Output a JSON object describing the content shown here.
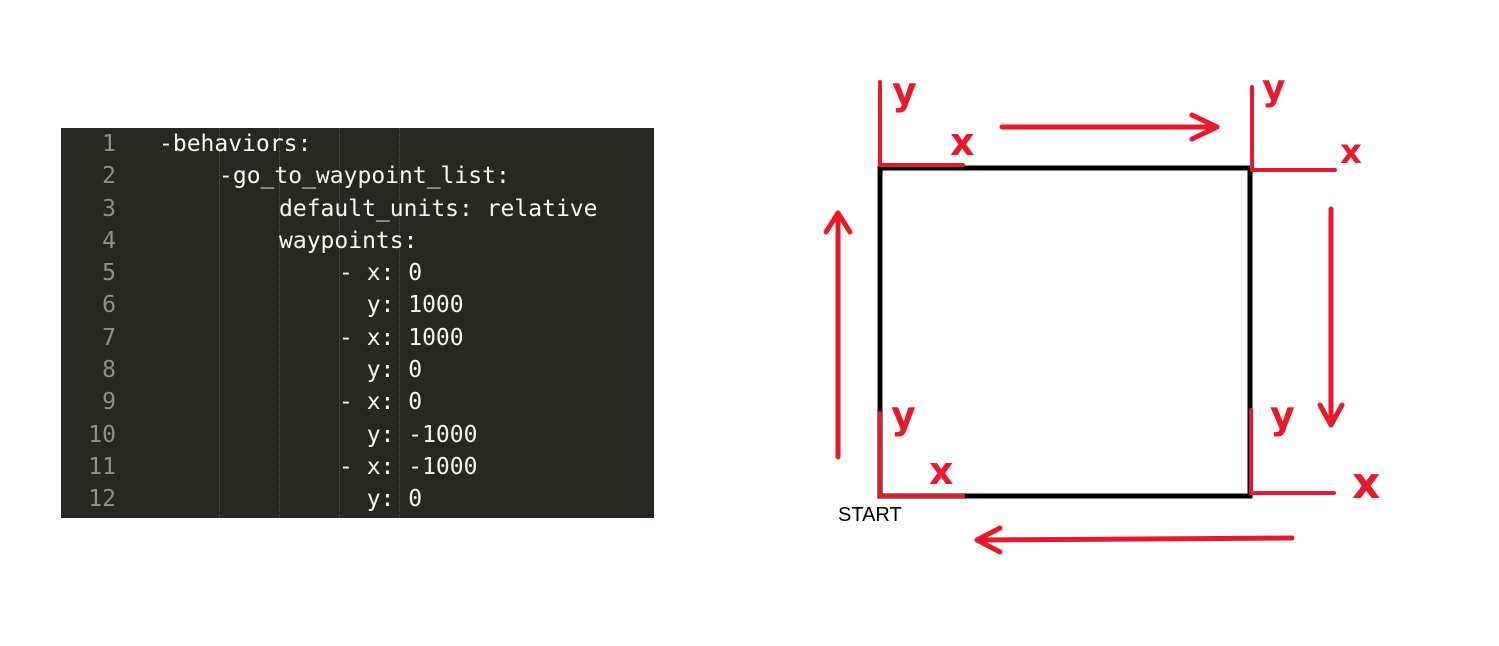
{
  "code": {
    "lines": [
      {
        "number": "1",
        "indent": 0,
        "text": "-behaviors:"
      },
      {
        "number": "2",
        "indent": 1,
        "text": "-go_to_waypoint_list:"
      },
      {
        "number": "3",
        "indent": 2,
        "text": "default_units: relative"
      },
      {
        "number": "4",
        "indent": 2,
        "text": "waypoints:"
      },
      {
        "number": "5",
        "indent": 3,
        "text": "- x: 0"
      },
      {
        "number": "6",
        "indent": 3,
        "text": "  y: 1000"
      },
      {
        "number": "7",
        "indent": 3,
        "text": "- x: 1000"
      },
      {
        "number": "8",
        "indent": 3,
        "text": "  y: 0"
      },
      {
        "number": "9",
        "indent": 3,
        "text": "- x: 0"
      },
      {
        "number": "10",
        "indent": 3,
        "text": "  y: -1000"
      },
      {
        "number": "11",
        "indent": 3,
        "text": "- x: -1000"
      },
      {
        "number": "12",
        "indent": 3,
        "text": "  y: 0"
      }
    ]
  },
  "diagram": {
    "start_label": "START",
    "x_label": "x",
    "y_label": "y",
    "colors": {
      "annotation": "#e8192c",
      "square": "#000000",
      "code_background": "#272822"
    }
  }
}
